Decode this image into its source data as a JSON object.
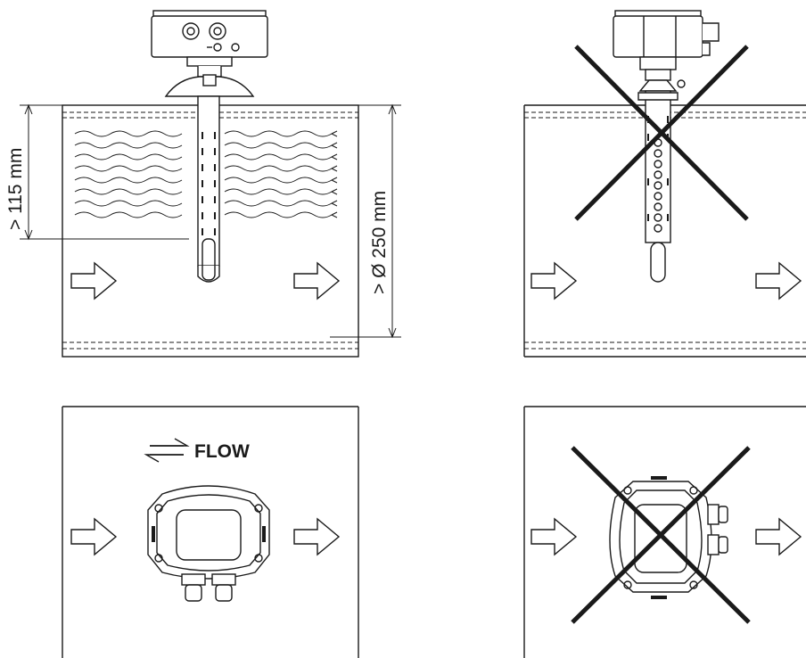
{
  "panels": {
    "top_left": {
      "dim_depth": "> 115 mm",
      "dim_diameter": "> Ø 250 mm"
    },
    "bottom_left": {
      "flow_label": "FLOW"
    }
  },
  "colors": {
    "line": "#1a1a1a",
    "background": "#ffffff"
  },
  "icons": [
    "flow-arrow-icon",
    "bidirectional-flow-icon",
    "cross-mark-icon",
    "probe-sensor-icon",
    "wall-housing-icon"
  ]
}
